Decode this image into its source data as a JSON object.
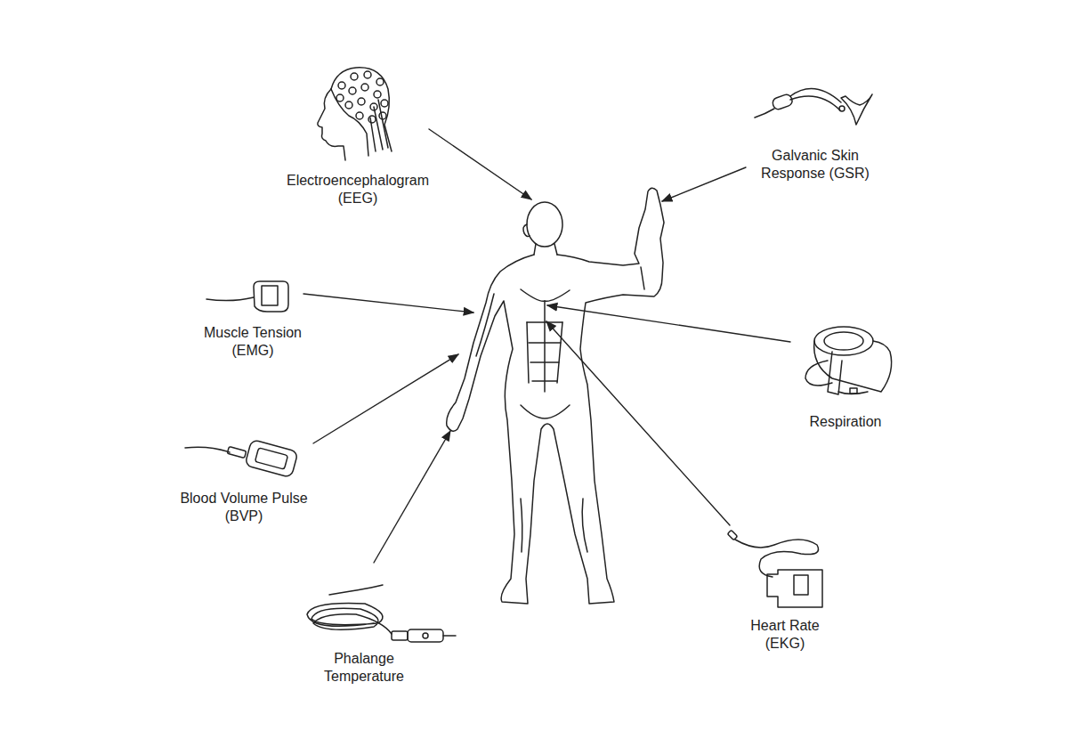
{
  "diagram": {
    "labels": [
      "Electroencephalogram (EEG)",
      "Galvanic Skin Response (GSR)",
      "Muscle Tension (EMG)",
      "Respiration",
      "Blood Volume Pulse (BVP)",
      "Phalange Temperature",
      "Heart Rate (EKG)"
    ]
  }
}
